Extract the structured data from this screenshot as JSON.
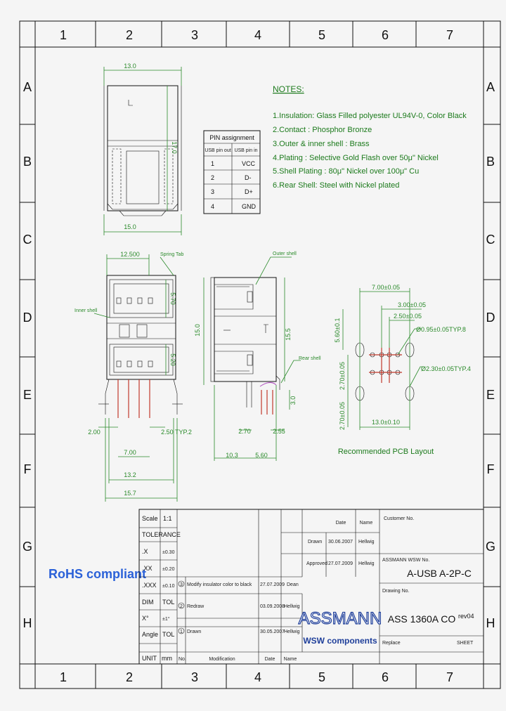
{
  "frame": {
    "columns": [
      "1",
      "2",
      "3",
      "4",
      "5",
      "6",
      "7"
    ],
    "rows": [
      "A",
      "B",
      "C",
      "D",
      "E",
      "F",
      "G",
      "H"
    ]
  },
  "notes": {
    "heading": "NOTES:",
    "items": [
      "1.Insulation: Glass Filled polyester UL94V-0, Color Black",
      "2.Contact : Phosphor Bronze",
      "3.Outer & inner shell : Brass",
      "4.Plating : Selective Gold Flash over 50μ\" Nickel",
      "5.Shell Plating : 80μ\" Nickel over 100μ\" Cu",
      "6.Rear Shell: Steel with Nickel plated"
    ]
  },
  "pin_table": {
    "title": "PIN assignment",
    "headers": [
      "USB pin out",
      "USB pin in"
    ],
    "rows": [
      [
        "1",
        "VCC"
      ],
      [
        "2",
        "D-"
      ],
      [
        "3",
        "D+"
      ],
      [
        "4",
        "GND"
      ]
    ]
  },
  "dimensions": {
    "top_width": "13.0",
    "top_height": "17.0",
    "top_bottom_width": "15.0",
    "front_top_width": "12.500",
    "front_top_right": "5.70",
    "front_mid_right": "5.20",
    "front_left": "2.00",
    "front_right_pitch": "2.50 TYP.2",
    "front_inner": "7.00",
    "front_width_1": "13.2",
    "front_width_2": "15.7",
    "side_left_height": "15.0",
    "side_right_height": "15.5",
    "side_bottom_1": "2.70",
    "side_bottom_2": "2.55",
    "side_length_1": "10.3",
    "side_length_2": "5.60",
    "side_pin": "3.0",
    "pcb_top": "7.00±0.05",
    "pcb_mid": "3.00±0.05",
    "pcb_pitch": "2.50±0.05",
    "pcb_hole_small": "Ø0.95±0.05TYP.8",
    "pcb_hole_large": "Ø2.30±0.05TYP.4",
    "pcb_v1": "5.60±0.1",
    "pcb_v2": "2.70±0.05",
    "pcb_v3": "2.70±0.05",
    "pcb_bottom": "13.0±0.10",
    "pcb_caption": "Recommended PCB Layout"
  },
  "callouts": {
    "spring_tab": "Spring Tab",
    "inner_shell": "Inner shell",
    "outer_shell": "Outer shell",
    "rear_shell": "Rear shell"
  },
  "rohs": "RoHS compliant",
  "title_block": {
    "scale_label": "Scale",
    "scale_value": "1:1",
    "tolerance_label": "TOLERANCE",
    "tol_rows": [
      [
        ".X",
        "±0.30"
      ],
      [
        ".XX",
        "±0.20"
      ],
      [
        ".XXX",
        "±0.10"
      ]
    ],
    "dim_label": "DIM",
    "dim_value": "TOL",
    "angle_x_label": "X°",
    "angle_x_value": "±1°",
    "angle_label": "Angle",
    "angle_value": "TOL",
    "unit_label": "UNIT",
    "unit_value": "mm",
    "no_label": "No.",
    "modification_label": "Modification",
    "date_label": "Date",
    "name_label": "Name",
    "revisions": [
      {
        "no": "3",
        "text": "Modify insulator color to black",
        "date": "27.07.2009",
        "name": "Dean"
      },
      {
        "no": "2",
        "text": "Redraw",
        "date": "03.09.2008",
        "name": "Hellwig"
      },
      {
        "no": "1",
        "text": "Drawn",
        "date": "30.05.2007",
        "name": "Hellwig"
      }
    ],
    "approvals": [
      {
        "label": "Drawn",
        "date": "30.06.2007",
        "name": "Hellwig"
      },
      {
        "label": "Approved",
        "date": "27.07.2009",
        "name": "Hellwig"
      }
    ],
    "customer_label": "Customer No.",
    "assmann_no_label": "ASSMANN WSW No.",
    "part_number": "A-USB A-2P-C",
    "drawing_no_label": "Drawing No.",
    "drawing_number": "ASS 1360A CO",
    "revision": "rev04",
    "replace_label": "Replace",
    "sheet_label": "SHEET",
    "logo_text": "ASSMANN",
    "logo_sub": "WSW components"
  },
  "colors": {
    "green": "#2a8a2a",
    "black": "#111111",
    "red": "#c0392b",
    "logo_blue": "#1f3f9a"
  }
}
